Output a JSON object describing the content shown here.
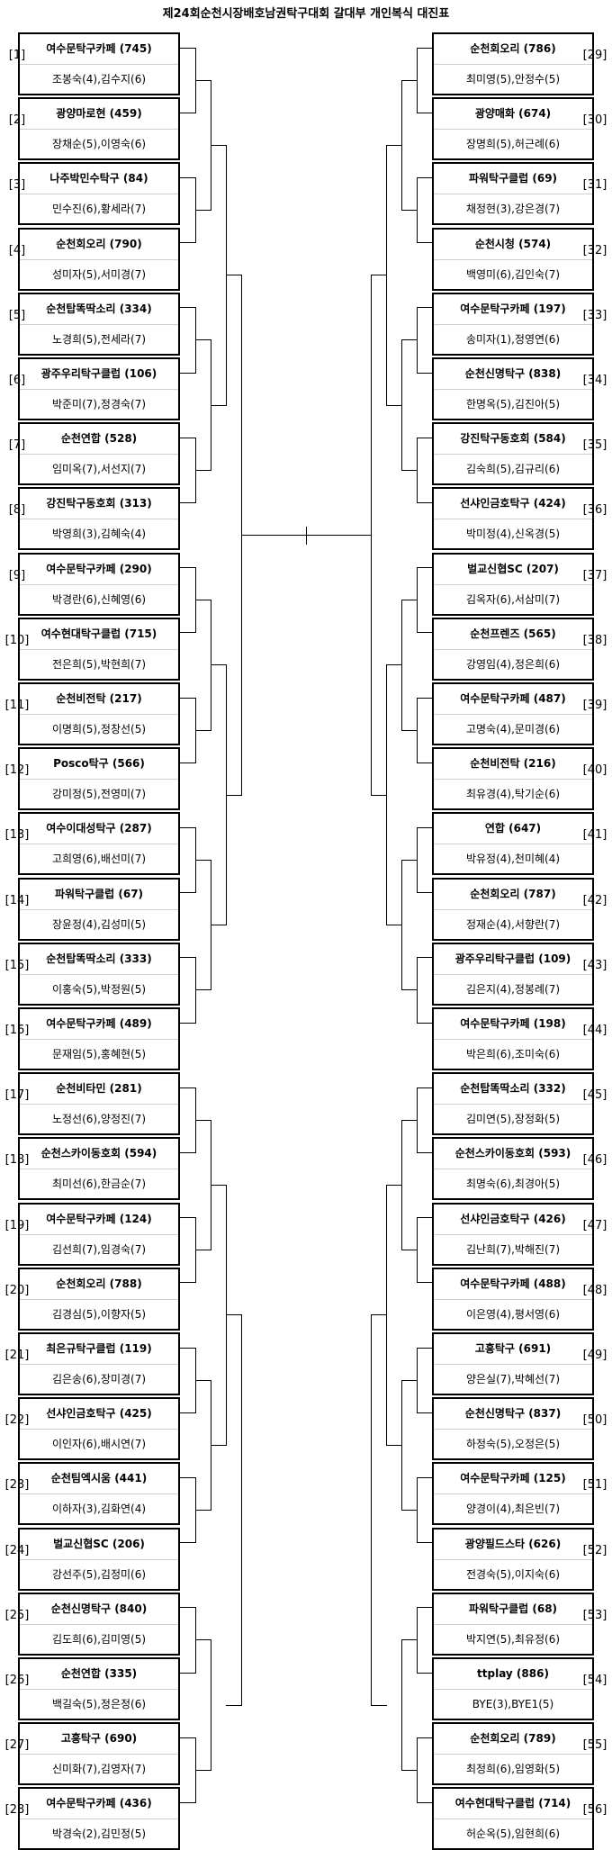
{
  "title": "제24회순천시장배호남권탁구대회  갈대부 개인복식  대진표",
  "left": [
    {
      "seed": "[1]",
      "club": "여수문탁구카페 (745)",
      "players": "조봉숙(4),김수지(6)"
    },
    {
      "seed": "[2]",
      "club": "광양마로현 (459)",
      "players": "장채순(5),이영숙(6)"
    },
    {
      "seed": "[3]",
      "club": "나주박민수탁구 (84)",
      "players": "민수진(6),황세라(7)"
    },
    {
      "seed": "[4]",
      "club": "순천회오리 (790)",
      "players": "성미자(5),서미경(7)"
    },
    {
      "seed": "[5]",
      "club": "순천탑똑딱소리 (334)",
      "players": "노경희(5),전세라(7)"
    },
    {
      "seed": "[6]",
      "club": "광주우리탁구클럽 (106)",
      "players": "박준미(7),정경숙(7)"
    },
    {
      "seed": "[7]",
      "club": "순천연합 (528)",
      "players": "임미옥(7),서선지(7)"
    },
    {
      "seed": "[8]",
      "club": "강진탁구동호회 (313)",
      "players": "박영희(3),김혜숙(4)"
    },
    {
      "seed": "[9]",
      "club": "여수문탁구카페 (290)",
      "players": "박경란(6),신혜영(6)"
    },
    {
      "seed": "[10]",
      "club": "여수현대탁구클럽 (715)",
      "players": "전은희(5),박현희(7)"
    },
    {
      "seed": "[11]",
      "club": "순천비전탁 (217)",
      "players": "이명희(5),정창선(5)"
    },
    {
      "seed": "[12]",
      "club": "Posco탁구 (566)",
      "players": "강미정(5),전영미(7)"
    },
    {
      "seed": "[13]",
      "club": "여수이대성탁구 (287)",
      "players": "고희영(6),배선미(7)"
    },
    {
      "seed": "[14]",
      "club": "파워탁구클럽 (67)",
      "players": "장윤정(4),김성미(5)"
    },
    {
      "seed": "[15]",
      "club": "순천탑똑딱소리 (333)",
      "players": "이홍숙(5),박정원(5)"
    },
    {
      "seed": "[16]",
      "club": "여수문탁구카페 (489)",
      "players": "문재임(5),홍혜현(5)"
    },
    {
      "seed": "[17]",
      "club": "순천비타민 (281)",
      "players": "노정선(6),양정진(7)"
    },
    {
      "seed": "[18]",
      "club": "순천스카이동호회 (594)",
      "players": "최미선(6),한금순(7)"
    },
    {
      "seed": "[19]",
      "club": "여수문탁구카페 (124)",
      "players": "김선희(7),임경숙(7)"
    },
    {
      "seed": "[20]",
      "club": "순천회오리 (788)",
      "players": "김경심(5),이향자(5)"
    },
    {
      "seed": "[21]",
      "club": "최은규탁구클럽 (119)",
      "players": "김은송(6),장미경(7)"
    },
    {
      "seed": "[22]",
      "club": "선샤인금호탁구 (425)",
      "players": "이인자(6),배시연(7)"
    },
    {
      "seed": "[23]",
      "club": "순천팀엑시움 (441)",
      "players": "이하자(3),김화연(4)"
    },
    {
      "seed": "[24]",
      "club": "벌교신협SC (206)",
      "players": "강선주(5),김정미(6)"
    },
    {
      "seed": "[25]",
      "club": "순천신명탁구 (840)",
      "players": "김도희(6),김미영(5)"
    },
    {
      "seed": "[26]",
      "club": "순천연합 (335)",
      "players": "백길숙(5),정은정(6)"
    },
    {
      "seed": "[27]",
      "club": "고흥탁구 (690)",
      "players": "신미화(7),김영자(7)"
    },
    {
      "seed": "[28]",
      "club": "여수문탁구카페 (436)",
      "players": "박경숙(2),김민정(5)"
    }
  ],
  "right": [
    {
      "seed": "[29]",
      "club": "순천회오리 (786)",
      "players": "최미영(5),안정수(5)"
    },
    {
      "seed": "[30]",
      "club": "광양매화 (674)",
      "players": "장명희(5),허근례(6)"
    },
    {
      "seed": "[31]",
      "club": "파워탁구클럽 (69)",
      "players": "채정현(3),강은경(7)"
    },
    {
      "seed": "[32]",
      "club": "순천시청 (574)",
      "players": "백영미(6),김인숙(7)"
    },
    {
      "seed": "[33]",
      "club": "여수문탁구카페 (197)",
      "players": "송미자(1),정영연(6)"
    },
    {
      "seed": "[34]",
      "club": "순천신명탁구 (838)",
      "players": "한명옥(5),김진아(5)"
    },
    {
      "seed": "[35]",
      "club": "강진탁구동호회 (584)",
      "players": "김숙희(5),김규리(6)"
    },
    {
      "seed": "[36]",
      "club": "선샤인금호탁구 (424)",
      "players": "박미정(4),신옥경(5)"
    },
    {
      "seed": "[37]",
      "club": "벌교신협SC (207)",
      "players": "김옥자(6),서삼미(7)"
    },
    {
      "seed": "[38]",
      "club": "순천프렌즈 (565)",
      "players": "강영임(4),정은희(6)"
    },
    {
      "seed": "[39]",
      "club": "여수문탁구카페 (487)",
      "players": "고명숙(4),문미경(6)"
    },
    {
      "seed": "[40]",
      "club": "순천비전탁 (216)",
      "players": "최유경(4),탁기순(6)"
    },
    {
      "seed": "[41]",
      "club": "연합 (647)",
      "players": "박유정(4),천미혜(4)"
    },
    {
      "seed": "[42]",
      "club": "순천회오리 (787)",
      "players": "정재순(4),서향란(7)"
    },
    {
      "seed": "[43]",
      "club": "광주우리탁구클럽 (109)",
      "players": "김은지(4),정봉례(7)"
    },
    {
      "seed": "[44]",
      "club": "여수문탁구카페 (198)",
      "players": "박은희(6),조미숙(6)"
    },
    {
      "seed": "[45]",
      "club": "순천탑똑딱소리 (332)",
      "players": "김미연(5),장정화(5)"
    },
    {
      "seed": "[46]",
      "club": "순천스카이동호회 (593)",
      "players": "최명숙(6),최경아(5)"
    },
    {
      "seed": "[47]",
      "club": "선샤인금호탁구 (426)",
      "players": "김난희(7),박해진(7)"
    },
    {
      "seed": "[48]",
      "club": "여수문탁구카페 (488)",
      "players": "이은영(4),평서영(6)"
    },
    {
      "seed": "[49]",
      "club": "고흥탁구 (691)",
      "players": "양은실(7),박혜선(7)"
    },
    {
      "seed": "[50]",
      "club": "순천신명탁구 (837)",
      "players": "하정숙(5),오정은(5)"
    },
    {
      "seed": "[51]",
      "club": "여수문탁구카페 (125)",
      "players": "양경이(4),최은빈(7)"
    },
    {
      "seed": "[52]",
      "club": "광양필드스타 (626)",
      "players": "전경숙(5),이지숙(6)"
    },
    {
      "seed": "[53]",
      "club": "파워탁구클럽 (68)",
      "players": "박지연(5),최유정(6)"
    },
    {
      "seed": "[54]",
      "club": "ttplay (886)",
      "players": "BYE(3),BYE1(5)"
    },
    {
      "seed": "[55]",
      "club": "순천회오리 (789)",
      "players": "최정희(6),임영화(5)"
    },
    {
      "seed": "[56]",
      "club": "여수현대탁구클럽 (714)",
      "players": "허순옥(5),임현희(6)"
    }
  ]
}
